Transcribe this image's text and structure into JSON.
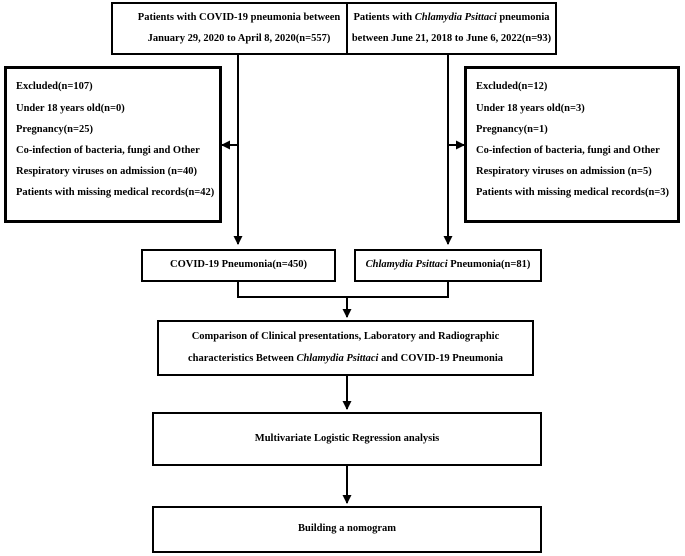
{
  "boxes": {
    "covid_source": {
      "line1": "Patients with COVID-19 pneumonia between",
      "line2": "January 29, 2020 to April 8, 2020(n=557)"
    },
    "psittaci_source": {
      "line1_prefix": "Patients with ",
      "line1_italic": "Chlamydia Psittaci",
      "line1_suffix": " pneumonia",
      "line2": "between June 21, 2018 to June 6, 2022(n=93)"
    },
    "covid_excluded": {
      "items": [
        "Excluded(n=107)",
        "Under 18 years old(n=0)",
        "Pregnancy(n=25)",
        "Co-infection of bacteria, fungi and Other",
        "Respiratory viruses on admission (n=40)",
        "Patients with missing medical records(n=42)"
      ]
    },
    "psittaci_excluded": {
      "items": [
        "Excluded(n=12)",
        "Under 18 years old(n=3)",
        "Pregnancy(n=1)",
        "Co-infection of bacteria, fungi and Other",
        "Respiratory viruses on admission (n=5)",
        "Patients with missing medical records(n=3)"
      ]
    },
    "covid_included": {
      "text": "COVID-19 Pneumonia(n=450)"
    },
    "psittaci_included": {
      "italic": "Chlamydia Psittaci",
      "suffix": " Pneumonia(n=81)"
    },
    "comparison": {
      "line1": "Comparison of Clinical presentations, Laboratory and Radiographic",
      "line2_prefix": "characteristics Between ",
      "line2_italic": "Chlamydia Psittaci",
      "line2_suffix": " and COVID-19 Pneumonia"
    },
    "regression": {
      "text": "Multivariate Logistic Regression analysis"
    },
    "nomogram": {
      "text": "Building a nomogram"
    }
  }
}
